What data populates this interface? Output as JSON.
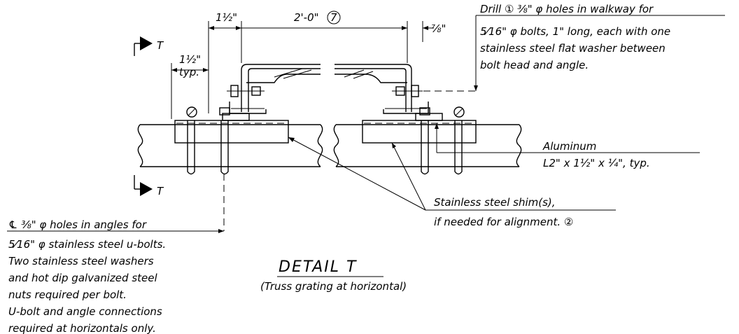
{
  "detail": {
    "title": "DETAIL T",
    "subtitle": "(Truss grating at horizontal)",
    "section_mark": "T"
  },
  "dimensions": {
    "left_spacing": "1½\"",
    "left_spacing_typ_value": "1½\"",
    "left_spacing_typ_word": "typ.",
    "main_span": "2'-0\"",
    "main_span_ref": "7",
    "right_gap": "⅞\""
  },
  "notes": {
    "drill": {
      "lines": [
        "Drill ① ⅜\" φ holes in walkway for",
        "5⁄16\" φ bolts, 1\" long, each with one",
        "stainless steel flat washer between",
        "bolt head and angle."
      ]
    },
    "aluminum": {
      "line1": "Aluminum",
      "line2": "L2\" x 1½\" x ¼\", typ."
    },
    "shim": {
      "line1": "Stainless steel shim(s),",
      "line2": "if needed for alignment. ②"
    },
    "centerline": {
      "lines": [
        "℄ ⅜\" φ holes in angles for",
        "5⁄16\" φ stainless steel u-bolts.",
        "Two stainless steel washers",
        "and hot dip galvanized steel",
        "nuts required per bolt.",
        "U-bolt and angle connections",
        "required at horizontals only."
      ]
    }
  }
}
